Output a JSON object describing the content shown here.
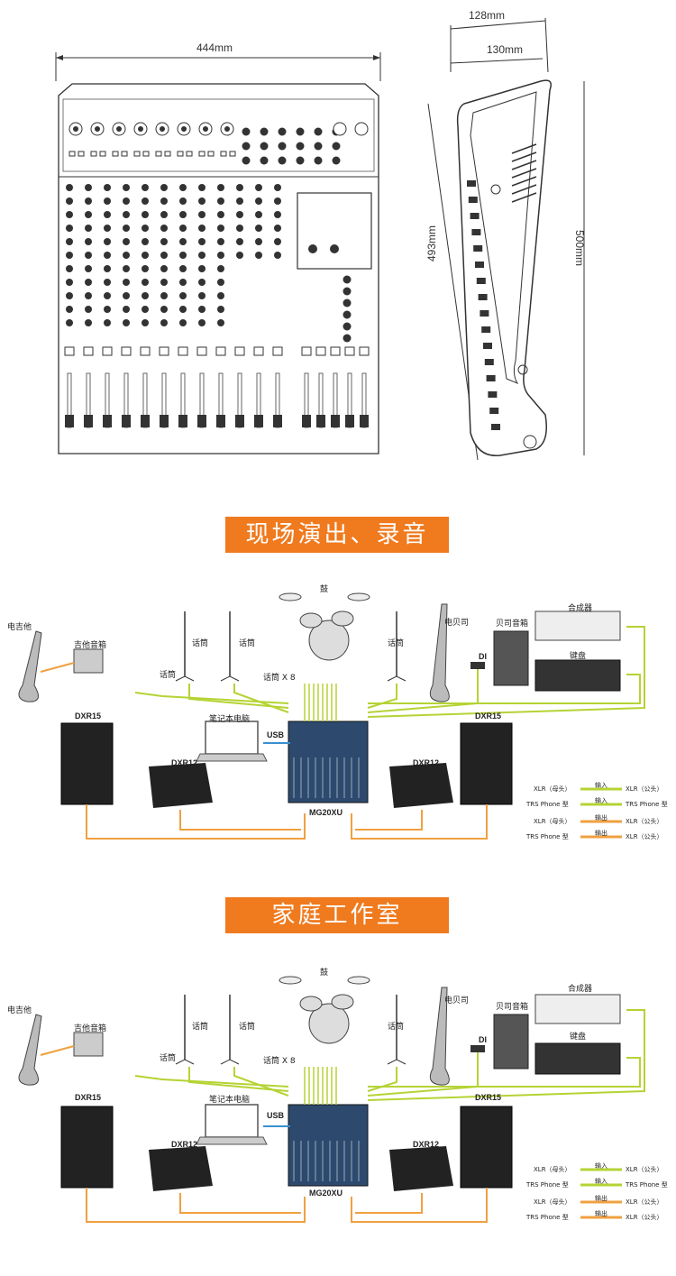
{
  "dimensions": {
    "front_width": "444mm",
    "side_top_outer": "128mm",
    "side_top_inner": "130mm",
    "side_slant": "493mm",
    "side_height": "500mm"
  },
  "sections": [
    {
      "title": "现场演出、录音",
      "labels": {
        "electric_guitar": "电吉他",
        "guitar_amp": "吉他音箱",
        "mic1": "话筒",
        "mic2": "话筒",
        "mic3": "话筒",
        "drums": "鼓",
        "mic_x8": "话筒 X 8",
        "mic4": "话筒",
        "bass": "电贝司",
        "bass_amp": "贝司音箱",
        "di": "DI",
        "synth": "合成器",
        "keyboard": "键盘",
        "laptop": "笔记本电脑",
        "usb": "USB",
        "dxr15_left": "DXR15",
        "dxr12_left": "DXR12",
        "mixer": "MG20XU",
        "dxr12_right": "DXR12",
        "dxr15_right": "DXR15"
      }
    },
    {
      "title": "家庭工作室",
      "labels": {
        "electric_guitar": "电吉他",
        "guitar_amp": "吉他音箱",
        "mic1": "话筒",
        "mic2": "话筒",
        "mic3": "话筒",
        "drums": "鼓",
        "mic_x8": "话筒 X 8",
        "mic4": "话筒",
        "bass": "电贝司",
        "bass_amp": "贝司音箱",
        "di": "DI",
        "synth": "合成器",
        "keyboard": "键盘",
        "laptop": "笔记本电脑",
        "usb": "USB",
        "dxr15_left": "DXR15",
        "dxr12_left": "DXR12",
        "mixer": "MG20XU",
        "dxr12_right": "DXR12",
        "dxr15_right": "DXR15"
      }
    }
  ],
  "legend": {
    "row1_left": "XLR（母头）",
    "row1_mid": "输入",
    "row1_right": "XLR（公头）",
    "row2_left": "TRS Phone 型",
    "row2_mid": "输入",
    "row2_right": "TRS Phone 型",
    "row3_left": "XLR（母头）",
    "row3_mid": "输出",
    "row3_right": "XLR（公头）",
    "row4_left": "TRS Phone 型",
    "row4_mid": "输出",
    "row4_right": "XLR（公头）"
  },
  "colors": {
    "banner": "#f07a1e",
    "input_cable": "#b5d334",
    "output_cable": "#f0a040",
    "usb_cable": "#3a8fd0"
  }
}
